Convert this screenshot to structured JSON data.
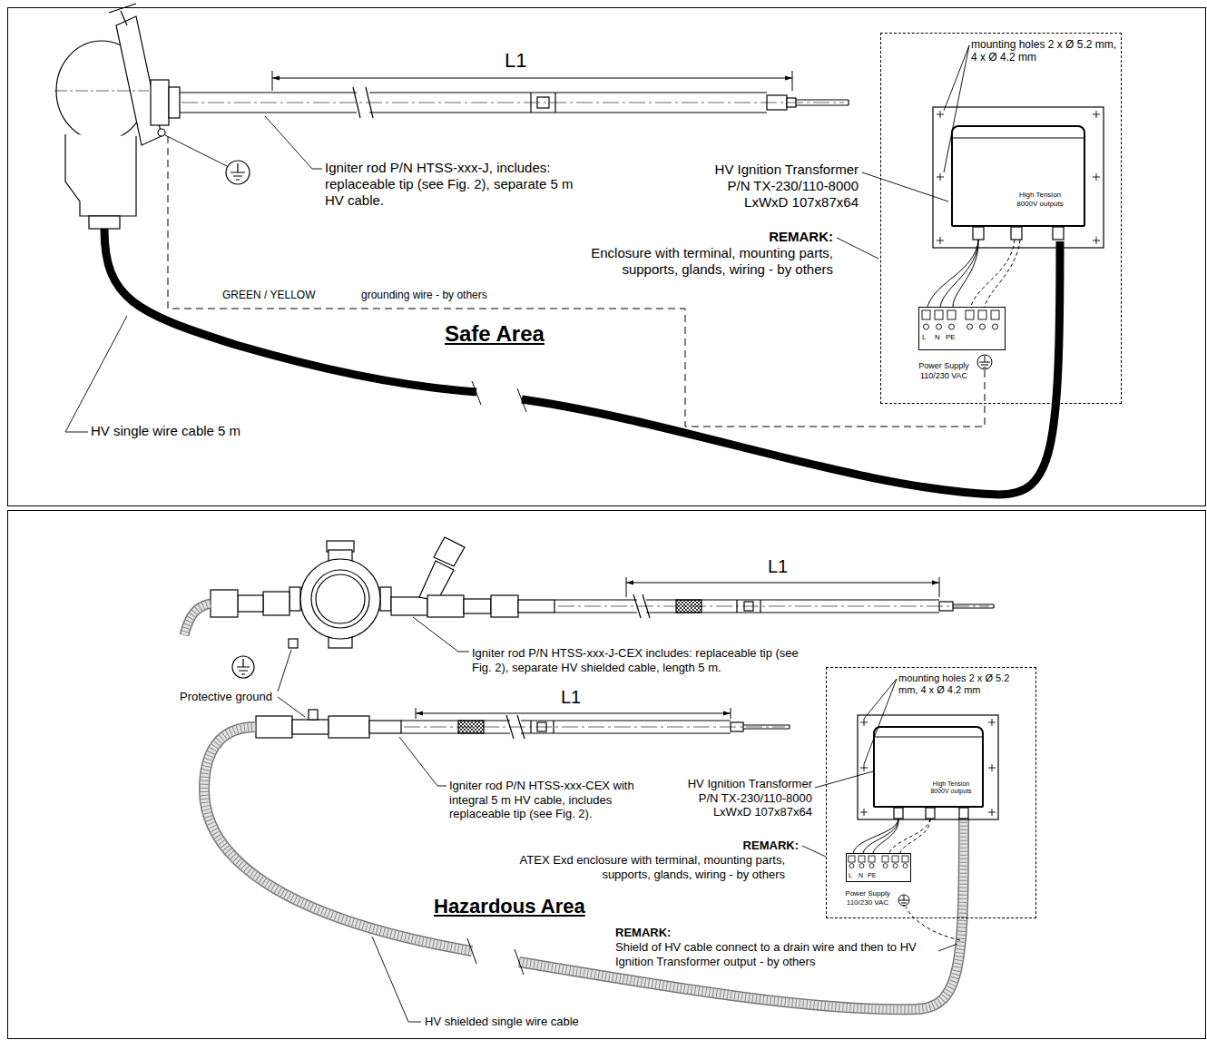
{
  "diagram": {
    "nodes": [
      {
        "text": [
          "Safe Area"
        ]
      },
      {
        "text": [
          "Power Supply 110/230 VAC"
        ],
        "in": 0
      },
      {
        "text": [
          "High Tension 8000V outputs"
        ],
        "in": 1
      },
      {
        "text": [
          "L",
          "N",
          "PE"
        ],
        "in": 1
      },
      {
        "text": [
          "Hazardous Area"
        ]
      },
      {
        "text": [
          "Power Supply 110/230 VAC"
        ],
        "in": 4
      },
      {
        "text": [
          "High Tension 8000V outputs"
        ],
        "in": 5
      },
      {
        "text": [
          "L",
          "N",
          "PE"
        ],
        "in": 5
      }
    ],
    "labels": [
      "L1",
      "mounting holes 2 x Ø 5.2 mm, 4 x Ø 4.2 mm",
      "Igniter rod P/N HTSS-xxx-J, includes: replaceable tip (see Fig. 2), separate 5 m HV cable.",
      "HV Ignition Transformer P/N TX-230/110-8000 LxWxD 107x87x64",
      "REMARK:",
      "Enclosure with terminal, mounting parts, supports, glands, wiring - by others",
      "GREEN / YELLOW",
      "grounding wire - by others",
      "HV single wire cable 5 m",
      "L1",
      "Igniter rod P/N HTSS-xxx-J-CEX includes: replaceable tip (see Fig. 2), separate HV shielded cable, length 5 m.",
      "L1",
      "mounting holes 2 x Ø 5.2 mm, 4 x Ø 4.2 mm",
      "Protective ground",
      "Igniter rod P/N HTSS-xxx-CEX with integral 5 m HV cable, includes replaceable tip (see Fig. 2).",
      "HV Ignition Transformer P/N TX-230/110-8000 LxWxD 107x87x64",
      "REMARK:",
      "ATEX Exd enclosure with terminal, mounting parts, supports, glands, wiring - by others",
      "REMARK:",
      "Shield of HV cable connect to a drain wire and then to HV Ignition Transformer output - by others",
      "HV shielded single wire cable"
    ]
  }
}
